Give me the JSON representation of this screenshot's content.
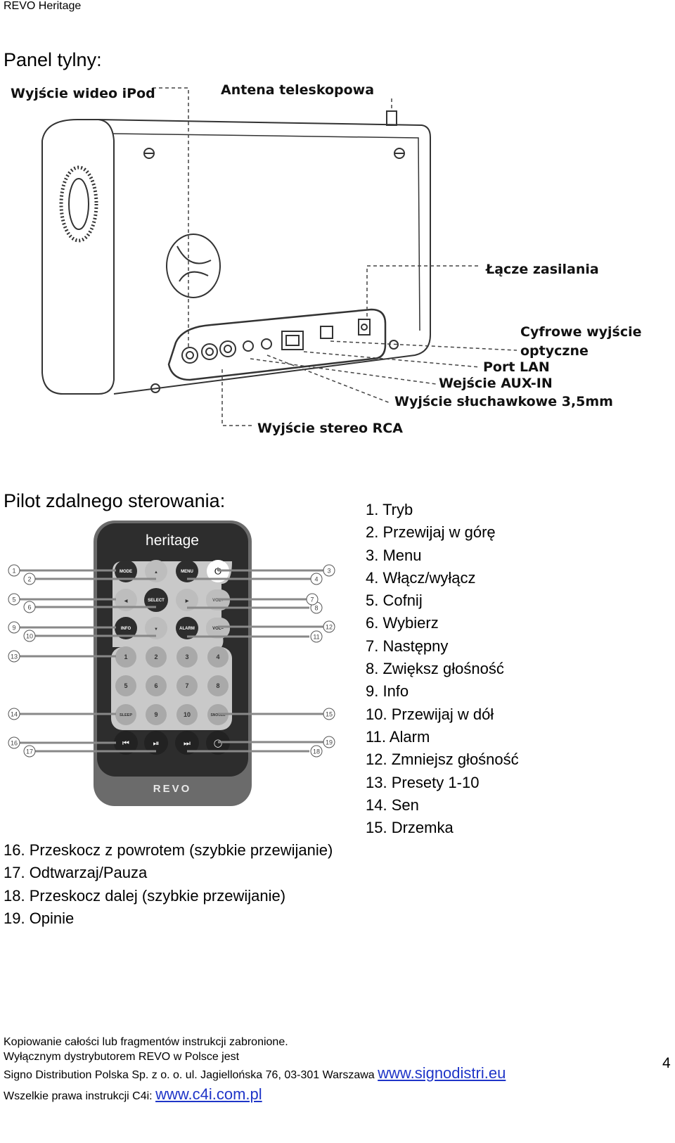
{
  "header": {
    "title": "REVO Heritage"
  },
  "rear_panel": {
    "title": "Panel tylny:",
    "labels": {
      "ipod_video_out": "Wyjście wideo iPod",
      "telescopic_antenna": "Antena teleskopowa",
      "power_connector": "Łącze zasilania",
      "optical_out_line1": "Cyfrowe wyjście",
      "optical_out_line2": "optyczne",
      "lan_port": "Port LAN",
      "aux_in": "Wejście AUX-IN",
      "headphone_out": "Wyjście słuchawkowe 3,5mm",
      "rca_out": "Wyjście stereo RCA"
    }
  },
  "remote": {
    "title": "Pilot zdalnego sterowania:",
    "brand": "heritage",
    "logo_text": "REVO",
    "buttons": {
      "mode": "MODE",
      "up": "▲",
      "menu": "MENU",
      "power": "⏻",
      "left": "◀",
      "select": "SELECT",
      "right": "▶",
      "vol_plus": "VOL+",
      "info": "INFO",
      "down": "▼",
      "alarm": "ALARM",
      "vol_minus": "VOL–",
      "n1": "1",
      "n2": "2",
      "n3": "3",
      "n4": "4",
      "n5": "5",
      "n6": "6",
      "n7": "7",
      "n8": "8",
      "sleep": "SLEEP",
      "n9": "9",
      "n10": "10",
      "snooze": "SNOOZE",
      "prev": "⏮",
      "playpause": "⏯",
      "next": "⏭",
      "feedback": "◯"
    },
    "callouts_left": [
      "1",
      "2",
      "5",
      "6",
      "9",
      "10",
      "13",
      "14",
      "16",
      "17"
    ],
    "callouts_right": [
      "3",
      "4",
      "8",
      "7",
      "12",
      "11",
      "15",
      "19",
      "18"
    ],
    "legend_right": [
      "1. Tryb",
      "2. Przewijaj w górę",
      "3. Menu",
      "4. Włącz/wyłącz",
      "5. Cofnij",
      "6. Wybierz",
      "7. Następny",
      "8. Zwiększ głośność",
      "9. Info",
      "10. Przewijaj w dół",
      "11. Alarm",
      "12. Zmniejsz głośność",
      "13. Presety 1-10",
      "14. Sen",
      "15. Drzemka"
    ],
    "legend_left": [
      "16. Przeskocz z powrotem (szybkie przewijanie)",
      "17. Odtwarzaj/Pauza",
      "18. Przeskocz dalej (szybkie przewijanie)",
      "19. Opinie"
    ]
  },
  "page_number": "4",
  "footer": {
    "line1": "Kopiowanie całości lub fragmentów instrukcji zabronione.",
    "line2": "Wyłącznym dystrybutorem REVO w Polsce jest",
    "line3": "Signo Distribution Polska Sp. z o. o. ul. Jagiellońska 76, 03-301 Warszawa",
    "link1": "www.signodistri.eu",
    "line4": "Wszelkie prawa instrukcji C4i:",
    "link2": "www.c4i.com.pl"
  }
}
